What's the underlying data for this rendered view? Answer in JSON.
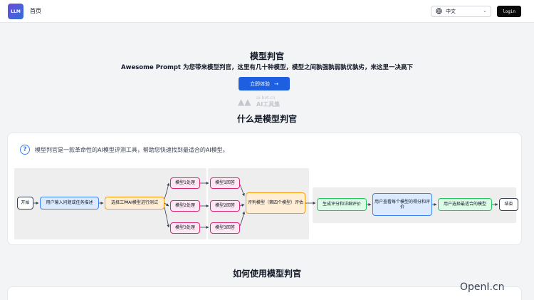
{
  "header": {
    "logo_text": "LLM",
    "nav_home": "首页",
    "language": {
      "selected": "中文",
      "icon": "globe-icon"
    },
    "login_label": "login"
  },
  "hero": {
    "title": "模型判官",
    "subtitle": "Awesome Prompt 为您带来模型判官，这里有几十种模型，模型之间孰强孰弱孰优孰劣，来这里一决高下",
    "cta_label": "立即体验",
    "cta_icon": "→",
    "watermark_top": "ai-bot.cn",
    "watermark_bottom": "AI工具集"
  },
  "what_section": {
    "title": "什么是模型判官",
    "intro_icon": "?",
    "intro": "模型判官是一款革命性的AI模型评测工具，帮助您快速找到最适合的AI模型。"
  },
  "flow": {
    "start": "开始",
    "input": "用户输入问题或任务描述",
    "select": "选择三种AI模型进行测试",
    "process1": "模型1处理",
    "process2": "模型2处理",
    "process3": "模型3处理",
    "answer1": "模型1回答",
    "answer2": "模型2回答",
    "answer3": "模型3回答",
    "judge": "评判模型（第四个模型）评估",
    "score": "生成评分和详细评价",
    "view": "用户查看每个模型的得分和评价",
    "choose": "用户选择最适合的模型",
    "end": "结束"
  },
  "how_section": {
    "title": "如何使用模型判官"
  },
  "corner_watermark": "OpenI.cn",
  "colors": {
    "primary": "#1d5fe0",
    "login_bg": "#0b0b0b",
    "node_blue": "#3b82f6",
    "node_orange": "#f59e0b",
    "node_pink": "#db2777",
    "node_green": "#22c55e"
  }
}
